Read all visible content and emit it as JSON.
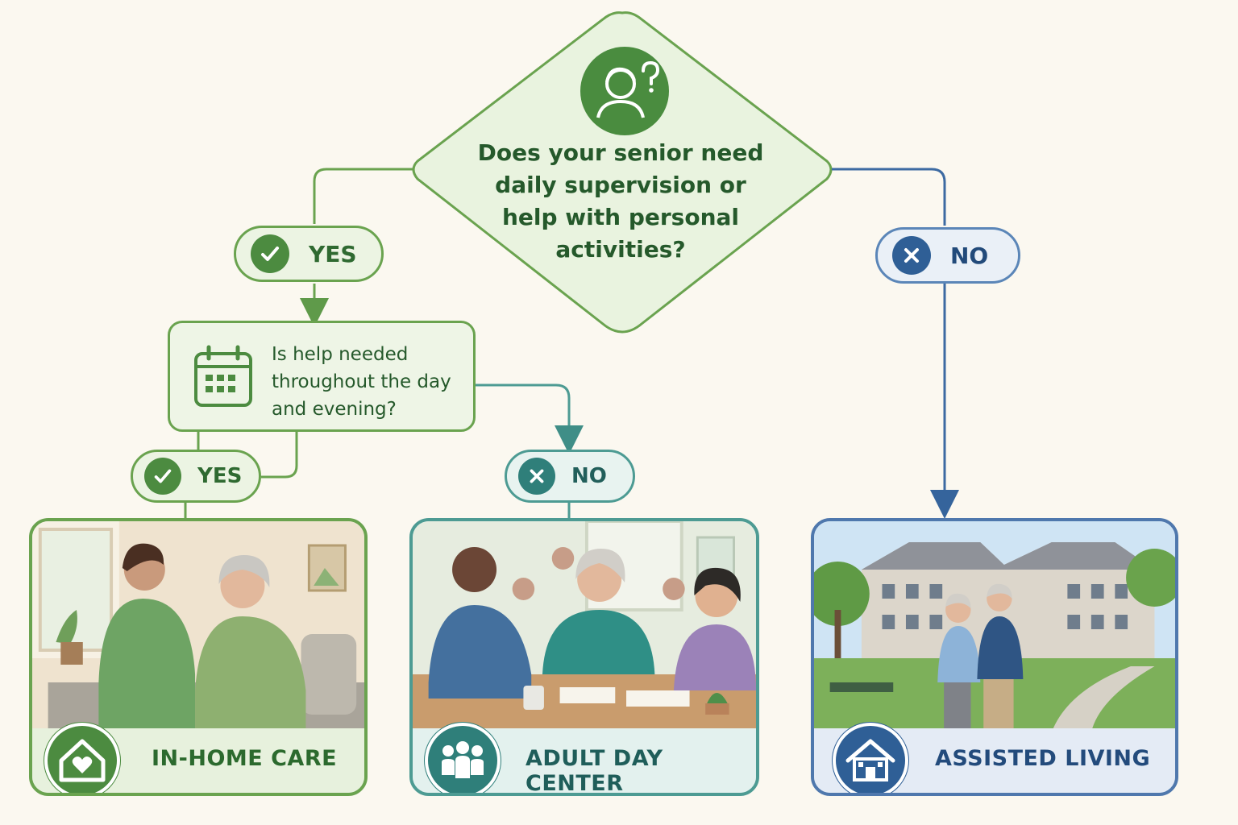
{
  "decision": {
    "question": "Does your senior need daily supervision or help with personal activities?",
    "yes_label": "YES",
    "no_label": "NO"
  },
  "sub_decision": {
    "question": "Is help needed throughout the day and evening?",
    "yes_label": "YES",
    "no_label": "NO"
  },
  "outcomes": [
    {
      "title": "IN-HOME CARE",
      "icon": "house-heart-icon"
    },
    {
      "title": "ADULT DAY CENTER",
      "icon": "group-people-icon"
    },
    {
      "title": "ASSISTED LIVING",
      "icon": "building-home-icon"
    }
  ],
  "colors": {
    "green": "#4c8b40",
    "teal": "#2f7f7a",
    "blue": "#2f5f96",
    "background": "#fbf8f0"
  }
}
